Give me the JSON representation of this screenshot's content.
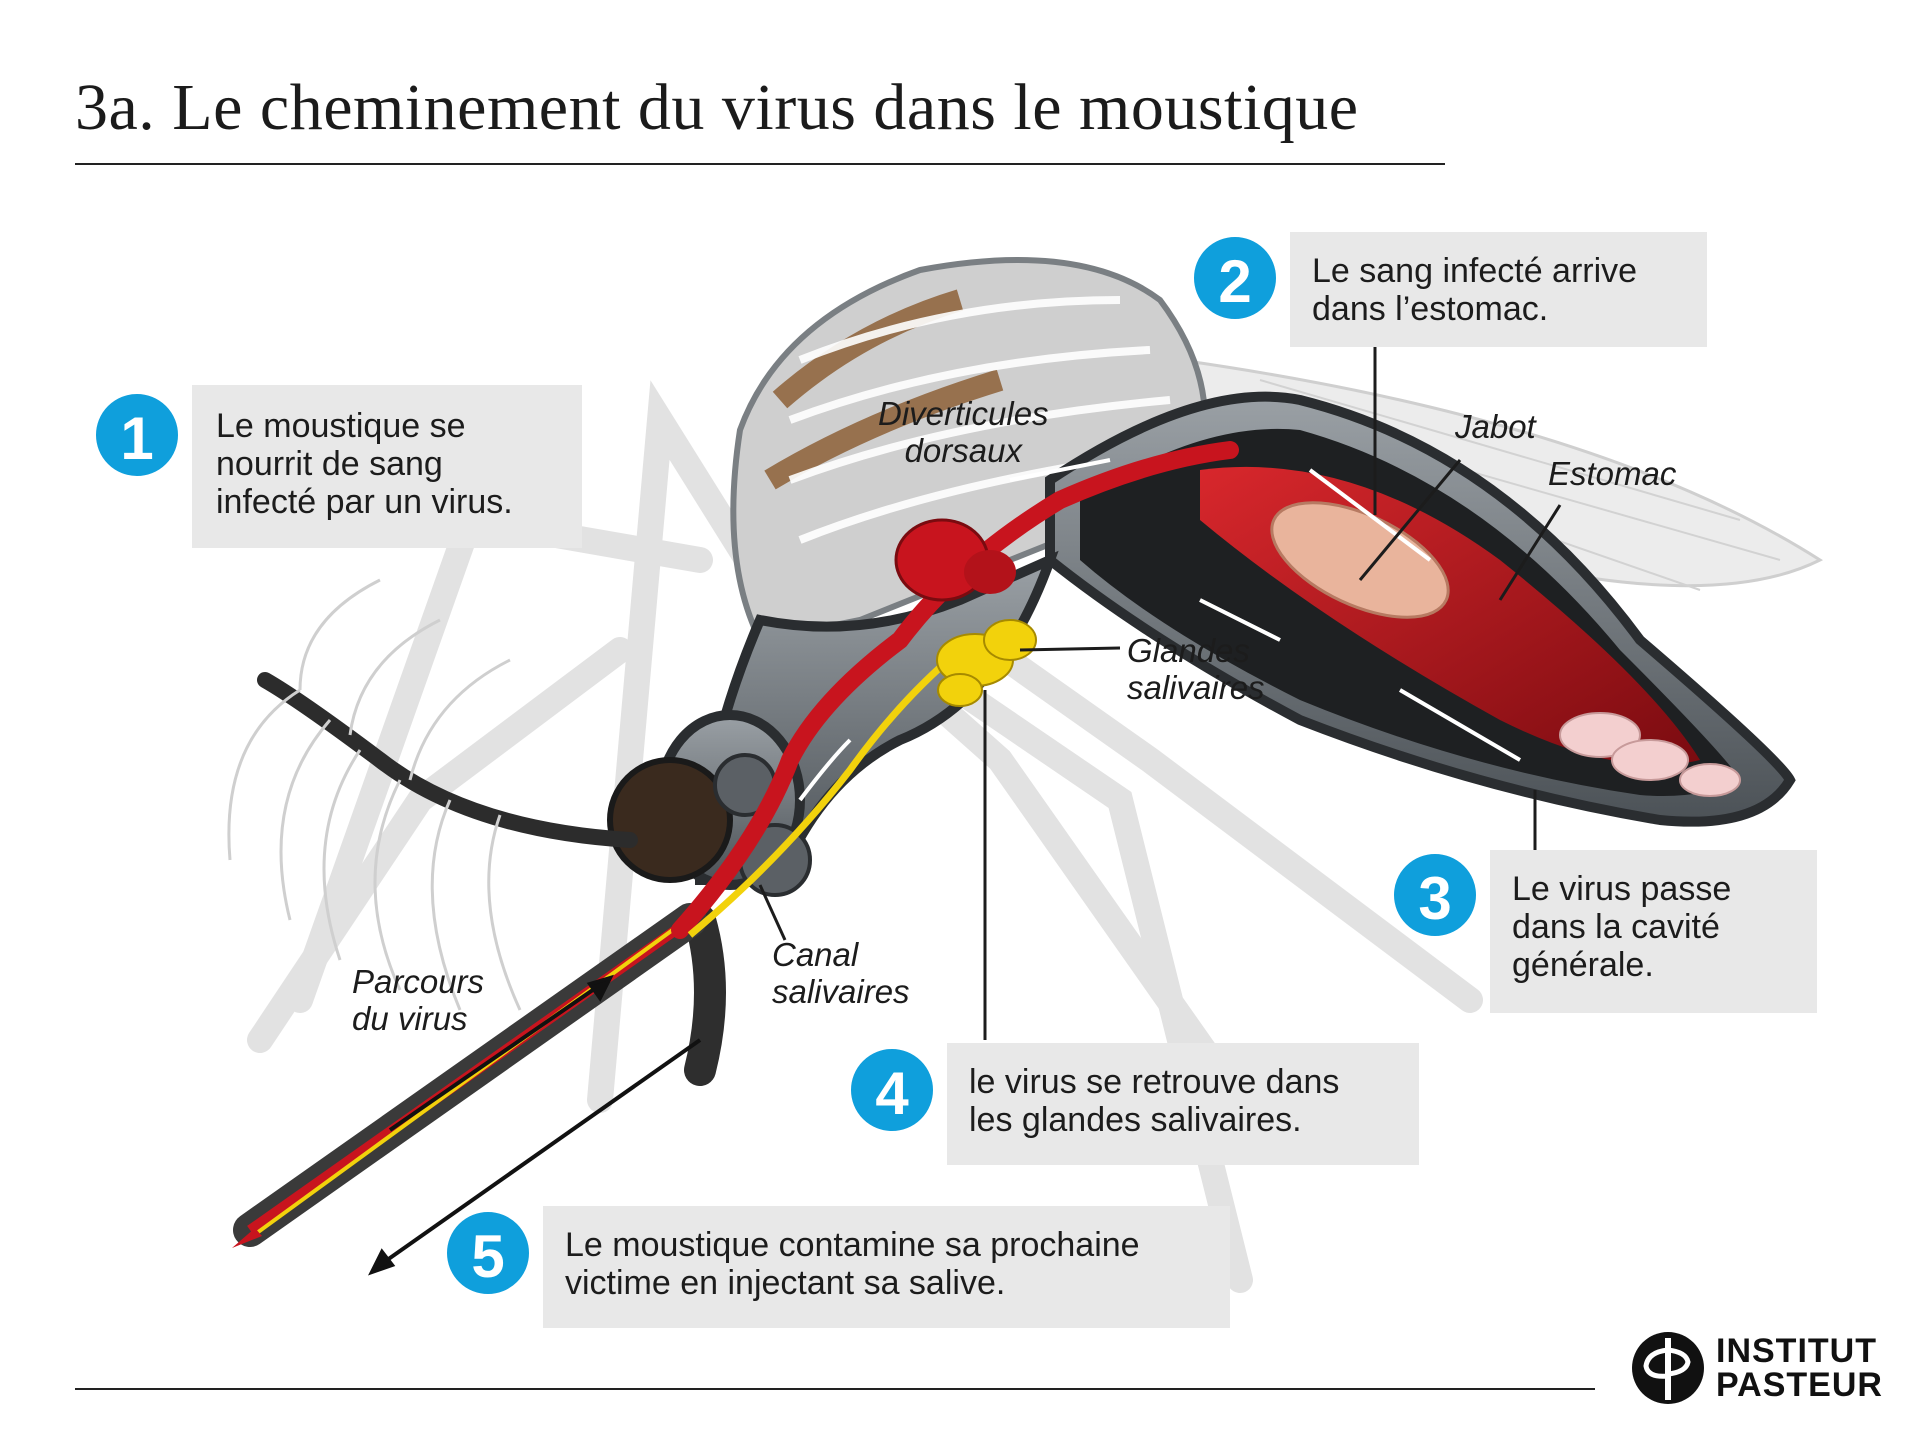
{
  "title": "3a. Le cheminement du virus dans le moustique",
  "steps": [
    {
      "number": "1",
      "lines": [
        "Le moustique se",
        "nourrit de sang",
        "infecté par un virus."
      ]
    },
    {
      "number": "2",
      "lines": [
        "Le sang infecté arrive",
        "dans l’estomac."
      ]
    },
    {
      "number": "3",
      "lines": [
        "Le virus passe",
        "dans la cavité",
        "générale."
      ]
    },
    {
      "number": "4",
      "lines": [
        "le virus se retrouve dans",
        "les glandes salivaires."
      ]
    },
    {
      "number": "5",
      "lines": [
        "Le moustique contamine sa prochaine",
        "victime en injectant sa salive."
      ]
    }
  ],
  "labels": {
    "diverticules": [
      "Diverticules",
      "dorsaux"
    ],
    "jabot": "Jabot",
    "estomac": "Estomac",
    "glandes": [
      "Glandes",
      "salivaires"
    ],
    "canal": [
      "Canal",
      "salivaires"
    ],
    "parcours": [
      "Parcours",
      "du virus"
    ]
  },
  "logo": {
    "line1": "INSTITUT",
    "line2": "PASTEUR"
  },
  "colors": {
    "badge": "#0f9fdc",
    "blood": "#c8141e",
    "saliva": "#f2d20c",
    "box": "#e8e8e8"
  }
}
